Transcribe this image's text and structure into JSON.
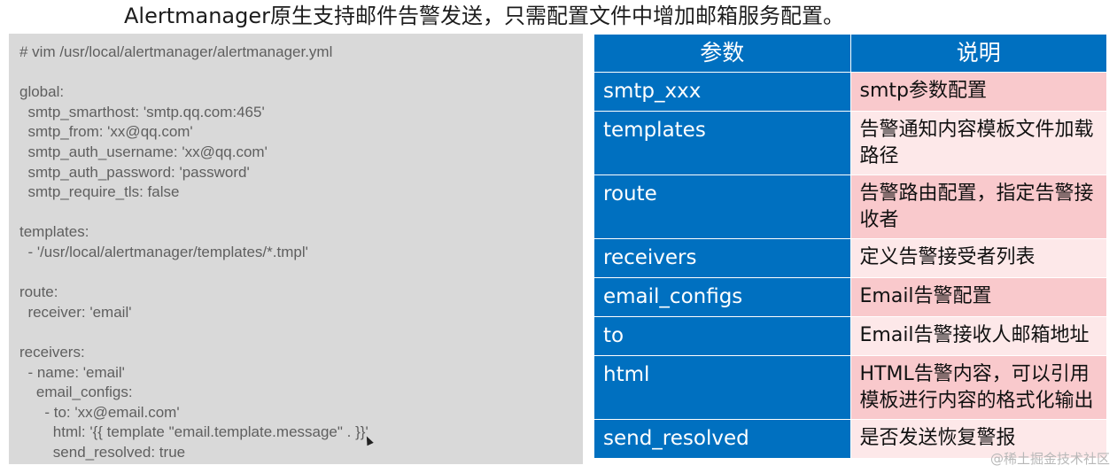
{
  "title": "Alertmanager原生支持邮件告警发送，只需配置文件中增加邮箱服务配置。",
  "code": [
    "# vim /usr/local/alertmanager/alertmanager.yml",
    "",
    "global:",
    "  smtp_smarthost: 'smtp.qq.com:465'",
    "  smtp_from: 'xx@qq.com'",
    "  smtp_auth_username: 'xx@qq.com'",
    "  smtp_auth_password: 'password'",
    "  smtp_require_tls: false",
    "",
    "templates:",
    "  - '/usr/local/alertmanager/templates/*.tmpl'",
    "",
    "route:",
    "  receiver: 'email'",
    "",
    "receivers:",
    "  - name: 'email'",
    "    email_configs:",
    "      - to: 'xx@email.com'",
    "        html: '{{ template \"email.template.message\" . }}'",
    "        send_resolved: true"
  ],
  "table": {
    "headers": [
      "参数",
      "说明"
    ],
    "rows": [
      {
        "key": "smtp_xxx",
        "desc": "smtp参数配置"
      },
      {
        "key": "templates",
        "desc": "告警通知内容模板文件加载路径"
      },
      {
        "key": "route",
        "desc": "告警路由配置，指定告警接收者"
      },
      {
        "key": "receivers",
        "desc": "定义告警接受者列表"
      },
      {
        "key": "email_configs",
        "desc": "Email告警配置"
      },
      {
        "key": "to",
        "desc": "Email告警接收人邮箱地址"
      },
      {
        "key": "html",
        "desc": "HTML告警内容，可以引用模板进行内容的格式化输出"
      },
      {
        "key": "send_resolved",
        "desc": "是否发送恢复警报"
      }
    ]
  },
  "watermark": "@稀土掘金技术社区",
  "colors": {
    "header_blue": "#0070c0",
    "row_pink_dark": "#f9c9cc",
    "row_pink_light": "#fde8e9",
    "code_bg": "#d9d9d9"
  },
  "icons": {
    "cursor": "mouse-pointer-icon"
  }
}
